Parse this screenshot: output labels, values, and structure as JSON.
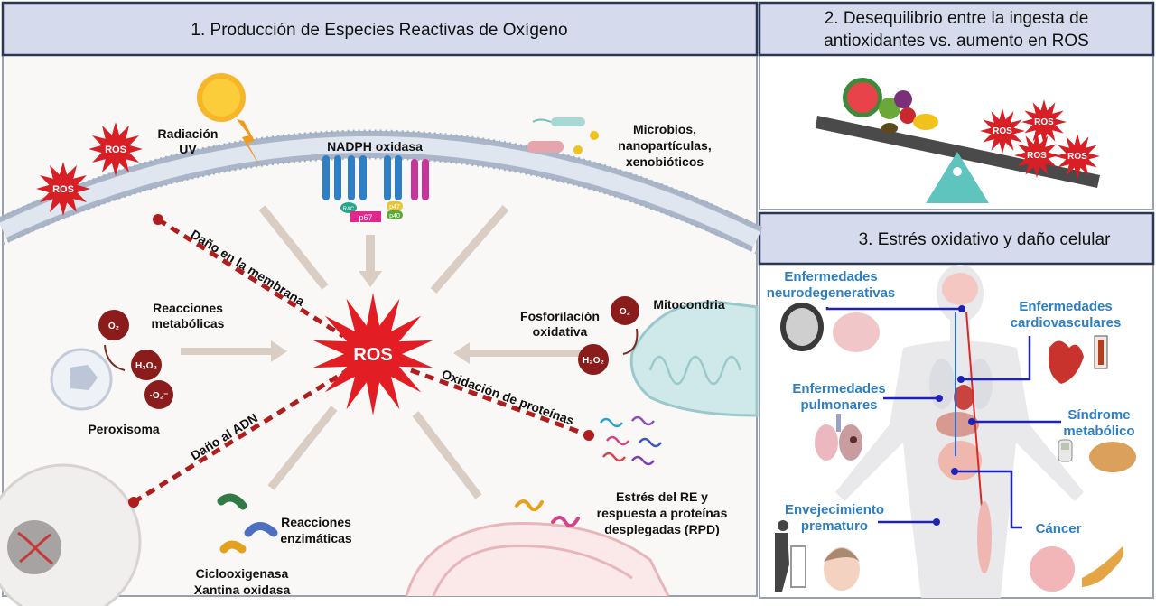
{
  "panel1": {
    "title": "1.  Producción de Especies Reactivas de Oxígeno",
    "center": "ROS",
    "small_ros": [
      "ROS",
      "ROS"
    ],
    "sources": {
      "uv": [
        "Radiación",
        "UV"
      ],
      "nadph": "NADPH oxidasa",
      "nadph_subunits": [
        "RAC",
        "p67",
        "p47",
        "p40"
      ],
      "microbes": [
        "Microbios,",
        "nanopartículas,",
        "xenobióticos"
      ],
      "metabolic": [
        "Reacciones",
        "metabólicas"
      ],
      "peroxisome": "Peroxisoma",
      "molecules_left": [
        "O₂",
        "H₂O₂",
        "·O₂⁻"
      ],
      "mito_title": "Mitocondria",
      "oxphos": [
        "Fosforilación",
        "oxidativa"
      ],
      "molecules_right": [
        "O₂",
        "H₂O₂"
      ],
      "enzymatic": [
        "Reacciones",
        "enzimáticas"
      ],
      "enzymes": [
        "Ciclooxigenasa",
        "Xantina oxidasa"
      ],
      "er_stress": [
        "Estrés del RE y",
        "respuesta a proteínas",
        "desplegadas (RPD)"
      ]
    },
    "damage": {
      "membrane": "Daño en la membrana",
      "dna": "Daño al ADN",
      "protein": "Oxidación de proteínas"
    }
  },
  "panel2": {
    "title": [
      "2. Desequilibrio entre la ingesta de",
      "antioxidantes vs. aumento en ROS"
    ],
    "ros_labels": [
      "ROS",
      "ROS",
      "ROS",
      "ROS"
    ]
  },
  "panel3": {
    "title": "3. Estrés oxidativo y daño celular",
    "diseases": {
      "neuro": [
        "Enfermedades",
        "neurodegenerativas"
      ],
      "cardio": [
        "Enfermedades",
        "cardiovasculares"
      ],
      "pulmonary": [
        "Enfermedades",
        "pulmonares"
      ],
      "metabolic": [
        "Síndrome",
        "metabólico"
      ],
      "aging": [
        "Envejecimiento",
        "prematuro"
      ],
      "cancer": "Cáncer"
    }
  },
  "colors": {
    "header_bg": "#d5dbec",
    "border": "#2c3656",
    "ros_red": "#e21d24",
    "molecule": "#8b1c1c",
    "damage_line": "#b01d1d",
    "disease_text": "#2e7fc1",
    "connector": "#1f23b5"
  }
}
